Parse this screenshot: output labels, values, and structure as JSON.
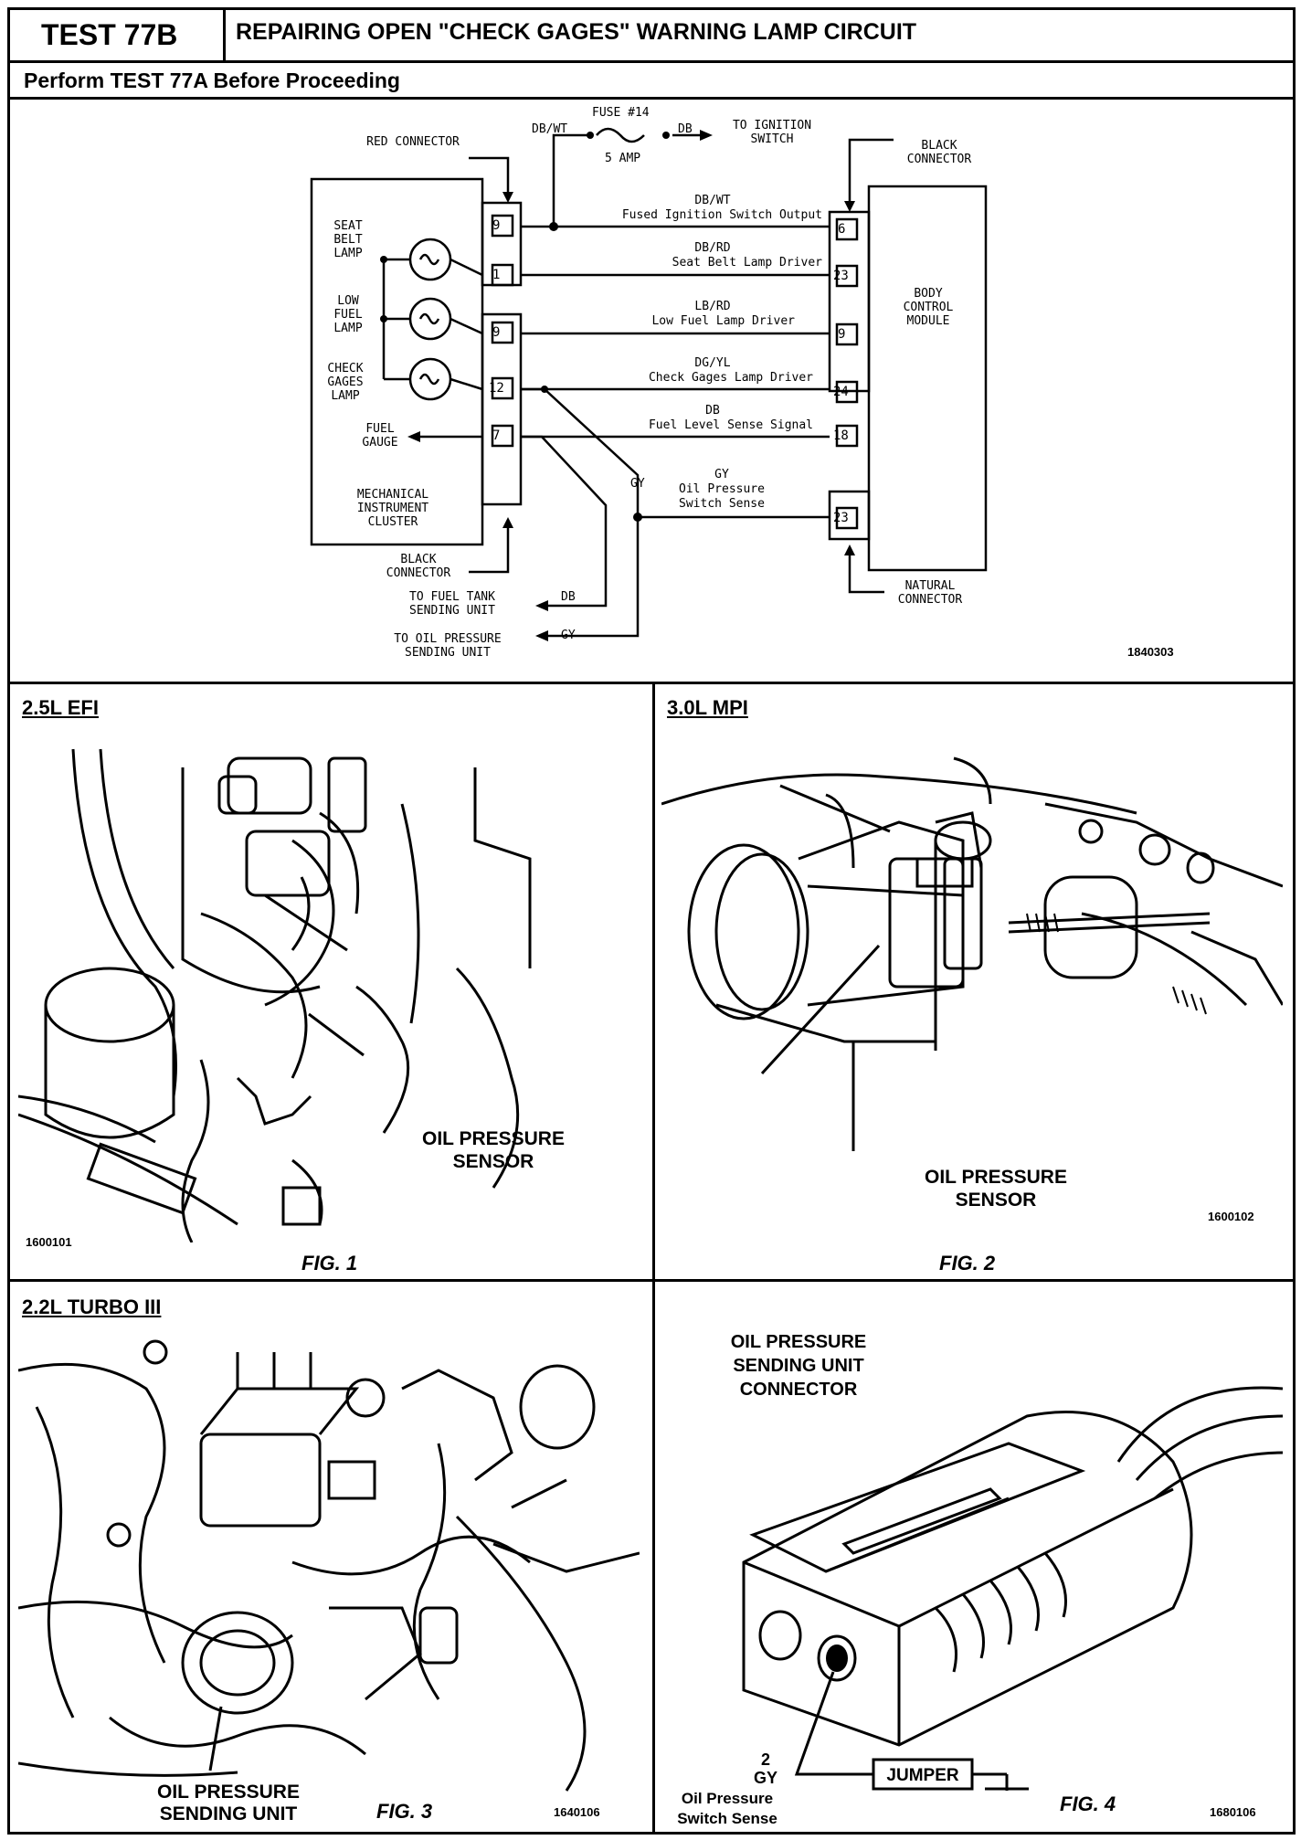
{
  "header": {
    "test_id": "TEST 77B",
    "title": "REPAIRING OPEN \"CHECK GAGES\" WARNING LAMP CIRCUIT",
    "subtitle": "Perform TEST 77A Before Proceeding"
  },
  "schematic": {
    "fuse_label": "FUSE #14",
    "fuse_rating": "5 AMP",
    "fuse_in_wire": "DB/WT",
    "fuse_out_wire": "DB",
    "to_ignition": "TO IGNITION SWITCH",
    "red_connector": "RED CONNECTOR",
    "black_connector_right": "BLACK CONNECTOR",
    "black_connector_left": "BLACK CONNECTOR",
    "natural_connector": "NATURAL CONNECTOR",
    "body_control_module": "BODY CONTROL MODULE",
    "instrument_cluster": "MECHANICAL INSTRUMENT CLUSTER",
    "lamps": [
      "SEAT BELT LAMP",
      "LOW FUEL LAMP",
      "CHECK GAGES LAMP"
    ],
    "fuel_gauge": "FUEL GAUGE",
    "left_pins": [
      "9",
      "1",
      "9",
      "12",
      "7"
    ],
    "right_pins": [
      "6",
      "23",
      "9",
      "24",
      "18",
      "23"
    ],
    "circuits": [
      {
        "color": "DB/WT",
        "name": "Fused Ignition Switch Output"
      },
      {
        "color": "DB/RD",
        "name": "Seat Belt Lamp Driver"
      },
      {
        "color": "LB/RD",
        "name": "Low Fuel Lamp Driver"
      },
      {
        "color": "DG/YL",
        "name": "Check Gages Lamp Driver"
      },
      {
        "color": "DB",
        "name": "Fuel Level Sense Signal"
      },
      {
        "color": "GY",
        "name": "Oil Pressure Switch Sense"
      }
    ],
    "gy_label": "GY",
    "to_fuel_tank": "TO FUEL TANK SENDING UNIT",
    "to_fuel_tank_wire": "DB",
    "to_oil_pressure": "TO OIL PRESSURE SENDING UNIT",
    "to_oil_pressure_wire": "GY",
    "code": "1840303"
  },
  "panels": [
    {
      "title": "2.5L EFI",
      "caption": "OIL PRESSURE SENSOR",
      "code": "1600101",
      "fig": "FIG. 1"
    },
    {
      "title": "3.0L MPI",
      "caption": "OIL PRESSURE SENSOR",
      "code": "1600102",
      "fig": "FIG. 2"
    },
    {
      "title": "2.2L TURBO III",
      "caption": "OIL PRESSURE SENDING UNIT",
      "code": "1640106",
      "fig": "FIG. 3"
    },
    {
      "title": "OIL PRESSURE SENDING UNIT CONNECTOR",
      "code": "1680106",
      "fig": "FIG. 4",
      "pin_number": "2",
      "pin_color": "GY",
      "pin_name": "Oil Pressure Switch Sense",
      "jumper": "JUMPER"
    }
  ]
}
